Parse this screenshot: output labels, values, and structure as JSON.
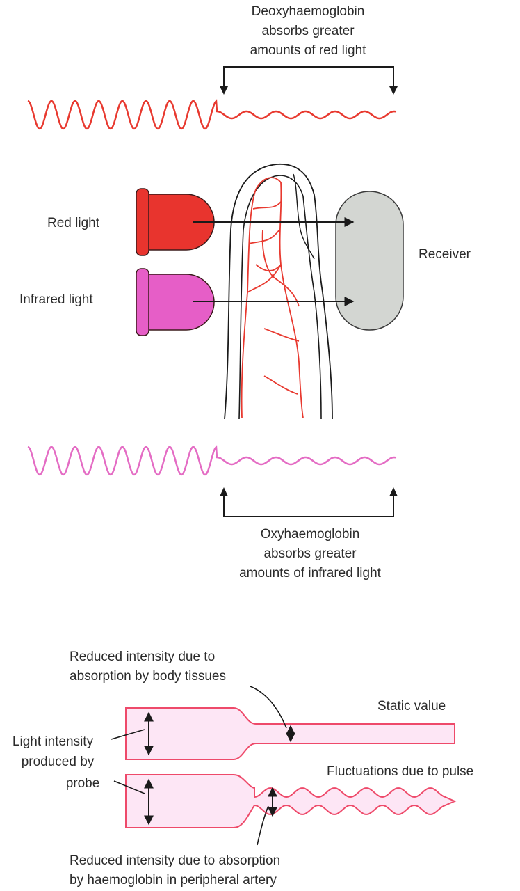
{
  "labels": {
    "deoxy": [
      "Deoxyhaemoglobin",
      "absorbs greater",
      "amounts of red light"
    ],
    "red_light": "Red light",
    "infrared_light": "Infrared light",
    "receiver": "Receiver",
    "oxy": [
      "Oxyhaemoglobin",
      "absorbs greater",
      "amounts of infrared light"
    ],
    "reduced_tissues": [
      "Reduced intensity due to",
      "absorption by body tissues"
    ],
    "static_value": "Static value",
    "light_intensity": [
      "Light intensity",
      "produced by",
      "probe"
    ],
    "fluctuations": "Fluctuations due to pulse",
    "reduced_haemoglobin": [
      "Reduced intensity due to absorption",
      "by haemoglobin in peripheral artery"
    ]
  },
  "colors": {
    "red_wave": "#e8392f",
    "pink_wave": "#e46cc4",
    "red_led": "#e8342e",
    "infrared_led": "#e65ec7",
    "receiver_fill": "#d3d6d2",
    "vessels": "#e8392f",
    "bar_fill": "#fde6f5",
    "bar_stroke": "#ee4a6a",
    "ink": "#1a1a1a"
  },
  "icons": {
    "red_led": "led-icon",
    "infrared_led": "led-icon",
    "receiver": "receiver-icon",
    "finger": "finger-icon"
  }
}
